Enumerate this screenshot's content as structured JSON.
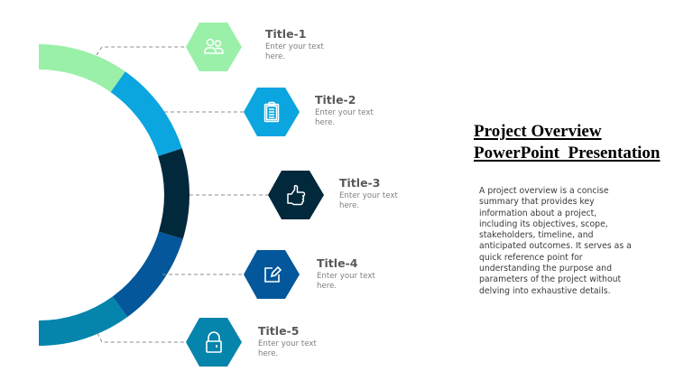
{
  "slide": {
    "heading_line1": "Project Overview",
    "heading_line2": "PowerPoint  Presentation",
    "description": "A project overview is a concise summary that provides key information about a project, including its objectives, scope, stakeholders, timeline, and anticipated outcomes. It serves as a quick reference point for understanding the purpose and parameters of the project without delving into exhaustive details."
  },
  "items": [
    {
      "title": "Title-1",
      "text": "Enter your text here.",
      "icon": "users-icon",
      "color": "#9AF0A8"
    },
    {
      "title": "Title-2",
      "text": "Enter your text here.",
      "icon": "clipboard-icon",
      "color": "#0BA5E0"
    },
    {
      "title": "Title-3",
      "text": "Enter your text here.",
      "icon": "thumbs-up-icon",
      "color": "#02283C"
    },
    {
      "title": "Title-4",
      "text": "Enter your text here.",
      "icon": "edit-icon",
      "color": "#03579A"
    },
    {
      "title": "Title-5",
      "text": "Enter your text here.",
      "icon": "lock-icon",
      "color": "#0584AC"
    }
  ],
  "colors": {
    "segment_1": "#9AF0A8",
    "segment_2": "#0BA5E0",
    "segment_3": "#02283C",
    "segment_4": "#03579A",
    "segment_5": "#0584AC",
    "connector": "#8c8c8c"
  }
}
